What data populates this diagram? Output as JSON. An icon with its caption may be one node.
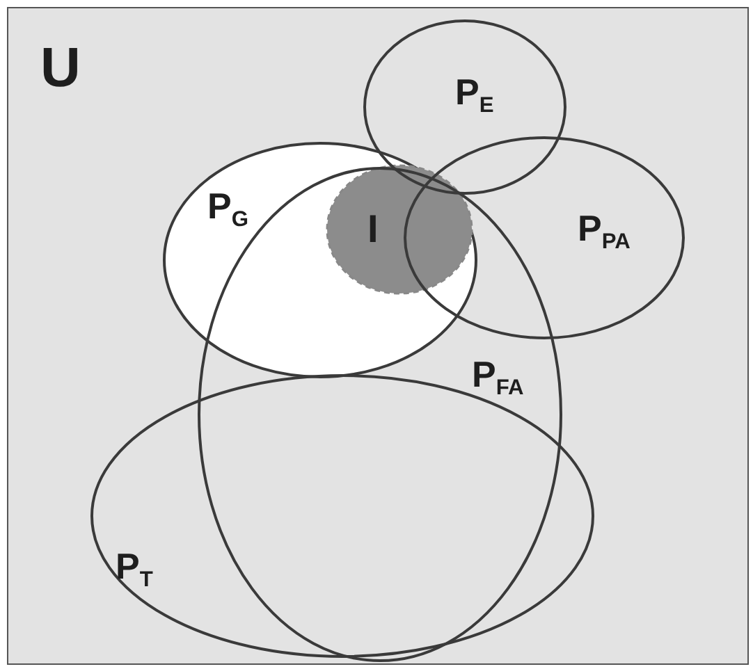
{
  "diagram": {
    "nodes": [
      {
        "text": [
          "U"
        ]
      },
      {
        "text": [
          "P$_{E}$"
        ],
        "in": 0
      },
      {
        "text": [
          "P$_{G}$"
        ],
        "in": 0
      },
      {
        "text": [
          "I"
        ]
      },
      {
        "text": [
          "P$_{PA}$"
        ],
        "in": 0
      },
      {
        "text": [
          "P$_{FA}$"
        ],
        "in": 0
      },
      {
        "text": [
          "P$_{T}$"
        ],
        "in": 0
      }
    ]
  }
}
